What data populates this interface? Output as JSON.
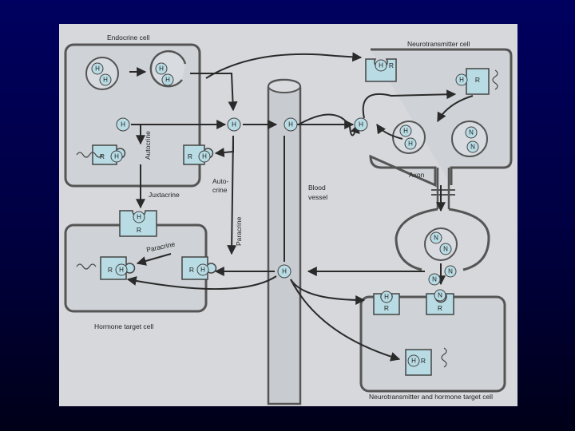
{
  "labels": {
    "endocrine_cell": "Endocrine cell",
    "neurotransmitter_cell": "Neurotransmitter cell",
    "hormone_target_cell": "Hormone target cell",
    "neuro_hormone_target_cell": "Neurotransmitter and hormone target cell",
    "blood_vessel_1": "Blood",
    "blood_vessel_2": "vessel",
    "autocrine": "Autocrine",
    "autocrine_split_1": "Auto-",
    "autocrine_split_2": "crine",
    "juxtacrine": "Juxtacrine",
    "paracrine_1": "Paracrine",
    "paracrine_2": "Paracrine",
    "axon": "Axon"
  },
  "molecules": {
    "hormone": "H",
    "neurotransmitter": "N",
    "receptor": "R"
  },
  "colors": {
    "background_top": "#000060",
    "background_bottom": "#000018",
    "paper": "#d6d8dc",
    "cell_fill": "#d0d3d7",
    "molecule_fill": "#b8dbe4",
    "ink": "#333333"
  }
}
